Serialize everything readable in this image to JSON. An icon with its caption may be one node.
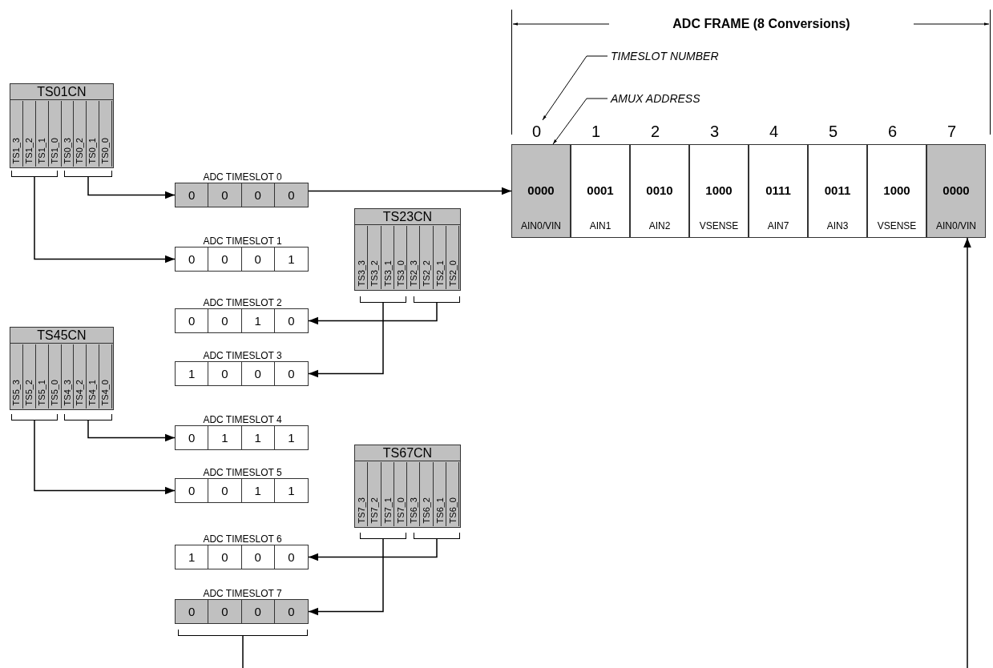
{
  "diagram": {
    "nodes": [
      {
        "text": [
          "TS01CN"
        ]
      },
      {
        "text": [
          "TS1_3"
        ],
        "in": 0
      },
      {
        "text": [
          "TS1_2"
        ],
        "in": 0
      },
      {
        "text": [
          "TS1_1"
        ],
        "in": 0
      },
      {
        "text": [
          "TS1_0"
        ],
        "in": 0
      },
      {
        "text": [
          "TS0_3"
        ],
        "in": 0
      },
      {
        "text": [
          "TS0_2"
        ],
        "in": 0
      },
      {
        "text": [
          "TS0_1"
        ],
        "in": 0
      },
      {
        "text": [
          "TS0_0"
        ],
        "in": 0
      },
      {
        "text": [],
        "shape": "bracket"
      },
      {
        "text": [],
        "shape": "bracket"
      },
      {
        "text": [
          "ADC TIMESLOT 0"
        ]
      },
      {
        "text": [
          "0"
        ],
        "in": 11
      },
      {
        "text": [
          "0"
        ],
        "in": 11
      },
      {
        "text": [
          "0"
        ],
        "in": 11
      },
      {
        "text": [
          "0"
        ],
        "in": 11
      },
      {
        "text": [
          "ADC TIMESLOT 1"
        ]
      },
      {
        "text": [
          "0"
        ],
        "in": 16
      },
      {
        "text": [
          "0"
        ],
        "in": 16
      },
      {
        "text": [
          "0"
        ],
        "in": 16
      },
      {
        "text": [
          "1"
        ],
        "in": 16
      },
      {
        "text": [
          "TS23CN"
        ]
      },
      {
        "text": [
          "TS3_3"
        ],
        "in": 21
      },
      {
        "text": [
          "TS3_2"
        ],
        "in": 21
      },
      {
        "text": [
          "TS3_1"
        ],
        "in": 21
      },
      {
        "text": [
          "TS3_0"
        ],
        "in": 21
      },
      {
        "text": [
          "TS2_3"
        ],
        "in": 21
      },
      {
        "text": [
          "TS2_2"
        ],
        "in": 21
      },
      {
        "text": [
          "TS2_1"
        ],
        "in": 21
      },
      {
        "text": [
          "TS2_0"
        ],
        "in": 21
      },
      {
        "text": [],
        "shape": "bracket"
      },
      {
        "text": [],
        "shape": "bracket"
      },
      {
        "text": [
          "ADC TIMESLOT 2"
        ]
      },
      {
        "text": [
          "0"
        ],
        "in": 32
      },
      {
        "text": [
          "0"
        ],
        "in": 32
      },
      {
        "text": [
          "1"
        ],
        "in": 32
      },
      {
        "text": [
          "0"
        ],
        "in": 32
      },
      {
        "text": [
          "ADC TIMESLOT 3"
        ]
      },
      {
        "text": [
          "1"
        ],
        "in": 37
      },
      {
        "text": [
          "0"
        ],
        "in": 37
      },
      {
        "text": [
          "0"
        ],
        "in": 37
      },
      {
        "text": [
          "0"
        ],
        "in": 37
      },
      {
        "text": [
          "TS45CN"
        ]
      },
      {
        "text": [
          "TS5_3"
        ],
        "in": 42
      },
      {
        "text": [
          "TS5_2"
        ],
        "in": 42
      },
      {
        "text": [
          "TS5_1"
        ],
        "in": 42
      },
      {
        "text": [
          "TS5_0"
        ],
        "in": 42
      },
      {
        "text": [
          "TS4_3"
        ],
        "in": 42
      },
      {
        "text": [
          "TS4_2"
        ],
        "in": 42
      },
      {
        "text": [
          "TS4_1"
        ],
        "in": 42
      },
      {
        "text": [
          "TS4_0"
        ],
        "in": 42
      },
      {
        "text": [],
        "shape": "bracket"
      },
      {
        "text": [],
        "shape": "bracket"
      },
      {
        "text": [
          "ADC TIMESLOT 4"
        ]
      },
      {
        "text": [
          "0"
        ],
        "in": 53
      },
      {
        "text": [
          "1"
        ],
        "in": 53
      },
      {
        "text": [
          "1"
        ],
        "in": 53
      },
      {
        "text": [
          "1"
        ],
        "in": 53
      },
      {
        "text": [
          "ADC TIMESLOT 5"
        ]
      },
      {
        "text": [
          "0"
        ],
        "in": 58
      },
      {
        "text": [
          "0"
        ],
        "in": 58
      },
      {
        "text": [
          "1"
        ],
        "in": 58
      },
      {
        "text": [
          "1"
        ],
        "in": 58
      },
      {
        "text": [
          "TS67CN"
        ]
      },
      {
        "text": [
          "TS7_3"
        ],
        "in": 63
      },
      {
        "text": [
          "TS7_2"
        ],
        "in": 63
      },
      {
        "text": [
          "TS7_1"
        ],
        "in": 63
      },
      {
        "text": [
          "TS7_0"
        ],
        "in": 63
      },
      {
        "text": [
          "TS6_3"
        ],
        "in": 63
      },
      {
        "text": [
          "TS6_2"
        ],
        "in": 63
      },
      {
        "text": [
          "TS6_1"
        ],
        "in": 63
      },
      {
        "text": [
          "TS6_0"
        ],
        "in": 63
      },
      {
        "text": [],
        "shape": "bracket"
      },
      {
        "text": [],
        "shape": "bracket"
      },
      {
        "text": [
          "ADC TIMESLOT 6"
        ]
      },
      {
        "text": [
          "1"
        ],
        "in": 74
      },
      {
        "text": [
          "0"
        ],
        "in": 74
      },
      {
        "text": [
          "0"
        ],
        "in": 74
      },
      {
        "text": [
          "0"
        ],
        "in": 74
      },
      {
        "text": [
          "ADC TIMESLOT 7"
        ]
      },
      {
        "text": [
          "0"
        ],
        "in": 79
      },
      {
        "text": [
          "0"
        ],
        "in": 79
      },
      {
        "text": [
          "0"
        ],
        "in": 79
      },
      {
        "text": [
          "0"
        ],
        "in": 79
      },
      {
        "text": [],
        "shape": "bracket"
      },
      {
        "text": [
          "0000",
          "AIN0/VIN"
        ],
        "beside": [
          "0"
        ]
      },
      {
        "text": [
          "0001",
          "AIN1"
        ],
        "beside": [
          "1"
        ]
      },
      {
        "text": [
          "0010",
          "AIN2"
        ],
        "beside": [
          "2"
        ]
      },
      {
        "text": [
          "1000",
          "VSENSE"
        ],
        "beside": [
          "3"
        ]
      },
      {
        "text": [
          "0111",
          "AIN7"
        ],
        "beside": [
          "4"
        ]
      },
      {
        "text": [
          "0011",
          "AIN3"
        ],
        "beside": [
          "5"
        ]
      },
      {
        "text": [
          "1000",
          "VSENSE"
        ],
        "beside": [
          "6"
        ]
      },
      {
        "text": [
          "0000",
          "AIN0/VIN"
        ],
        "beside": [
          "7"
        ]
      },
      {
        "text": [
          "TIMESLOT NUMBER"
        ]
      },
      {
        "text": [
          "AMUX ADDRESS"
        ]
      }
    ],
    "edges": [
      {
        "from": 10,
        "to": 11,
        "arrow": "to"
      },
      {
        "from": 9,
        "to": 16,
        "arrow": "to"
      },
      {
        "from": 31,
        "to": 32,
        "arrow": "to"
      },
      {
        "from": 30,
        "to": 37,
        "arrow": "to"
      },
      {
        "from": 52,
        "to": 53,
        "arrow": "to"
      },
      {
        "from": 51,
        "to": 58,
        "arrow": "to"
      },
      {
        "from": 73,
        "to": 74,
        "arrow": "to"
      },
      {
        "from": 72,
        "to": 79,
        "arrow": "to"
      },
      {
        "from": 11,
        "to": 85,
        "arrow": "to"
      },
      {
        "from": 84,
        "to": null,
        "arrow": "none"
      },
      {
        "from": null,
        "to": 92,
        "arrow": "to"
      },
      {
        "from": 93,
        "to": 85,
        "arrow": "to"
      },
      {
        "from": 94,
        "to": 85,
        "arrow": "to"
      }
    ],
    "labels": [
      "ADC FRAME (8 Conversions)"
    ]
  }
}
